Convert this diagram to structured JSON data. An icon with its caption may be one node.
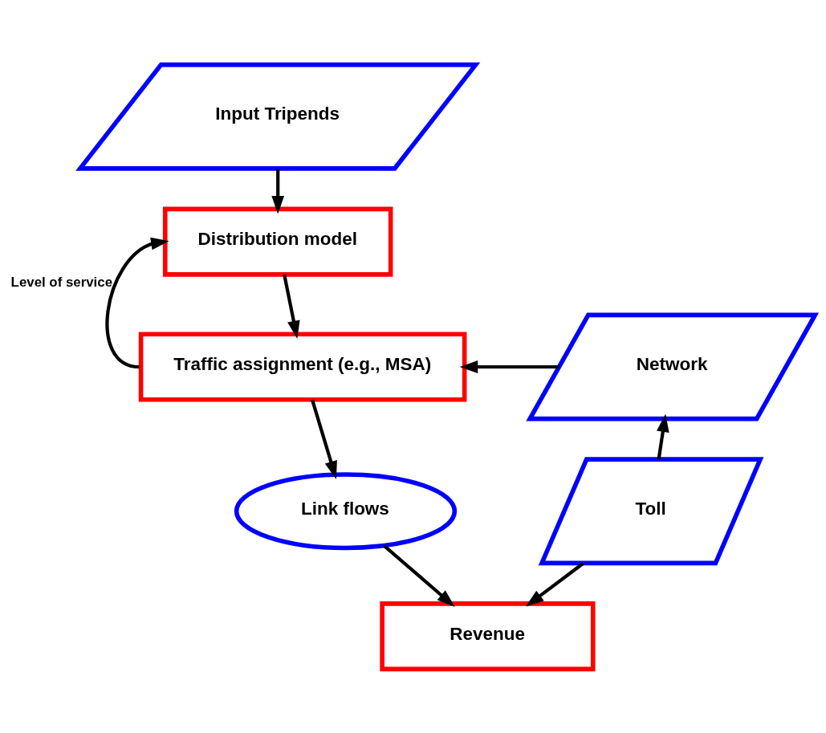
{
  "diagram": {
    "nodes": [
      {
        "text": [
          "Input Tripends"
        ]
      },
      {
        "text": [
          "Distribution model"
        ]
      },
      {
        "text": [
          "Traffic assignment (e.g., MSA)"
        ]
      },
      {
        "text": [
          "Link flows"
        ]
      },
      {
        "text": [
          "Revenue"
        ]
      },
      {
        "text": [
          "Network"
        ]
      },
      {
        "text": [
          "Toll"
        ]
      }
    ],
    "edges": [
      {
        "from": 0,
        "to": 1,
        "arrow": "to"
      },
      {
        "from": 1,
        "to": 2,
        "arrow": "to"
      },
      {
        "from": 2,
        "to": 1,
        "arrow": "to",
        "label": "Level of service"
      },
      {
        "from": 5,
        "to": 2,
        "arrow": "to"
      },
      {
        "from": 2,
        "to": 3,
        "arrow": "to"
      },
      {
        "from": 3,
        "to": 4,
        "arrow": "to"
      },
      {
        "from": 6,
        "to": 5,
        "arrow": "to"
      },
      {
        "from": 6,
        "to": 4,
        "arrow": "to"
      }
    ]
  }
}
